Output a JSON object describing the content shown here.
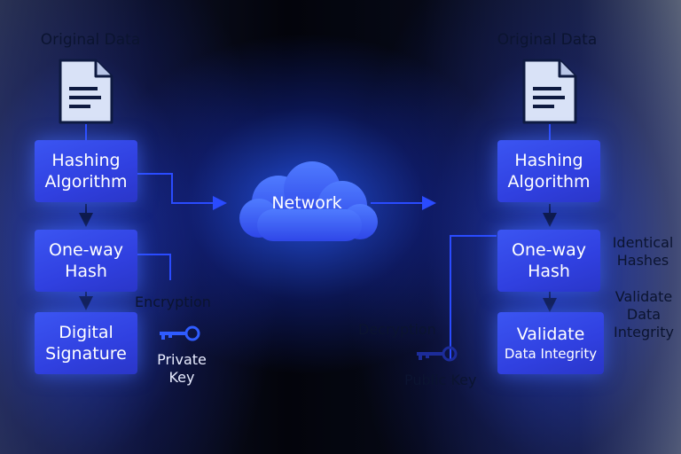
{
  "left": {
    "title": "Original Data",
    "boxes": {
      "hashing": [
        "Hashing",
        "Algorithm"
      ],
      "hash": [
        "One-way",
        "Hash"
      ],
      "signature": [
        "Digital",
        "Signature"
      ]
    },
    "encryption_label": "Encryption",
    "key_label": [
      "Private",
      "Key"
    ]
  },
  "network_label": "Network",
  "right": {
    "title": "Original Data",
    "boxes": {
      "hashing": [
        "Hashing",
        "Algorithm"
      ],
      "hash": [
        "One-way",
        "Hash"
      ],
      "validate": [
        "Validate",
        "Data Integrity"
      ]
    },
    "decryption_label": "Decryption",
    "key_label": "Public Key",
    "side_note_1": [
      "Identical",
      "Hashes"
    ],
    "side_note_2": [
      "Validate",
      "Data",
      "Integrity"
    ]
  },
  "icons": [
    "document-icon",
    "key-icon",
    "cloud-icon"
  ],
  "colors": {
    "box": "#3343e6",
    "line": "#2a4bff",
    "text_dark": "#0b1430",
    "text_light": "#e8ecff"
  }
}
